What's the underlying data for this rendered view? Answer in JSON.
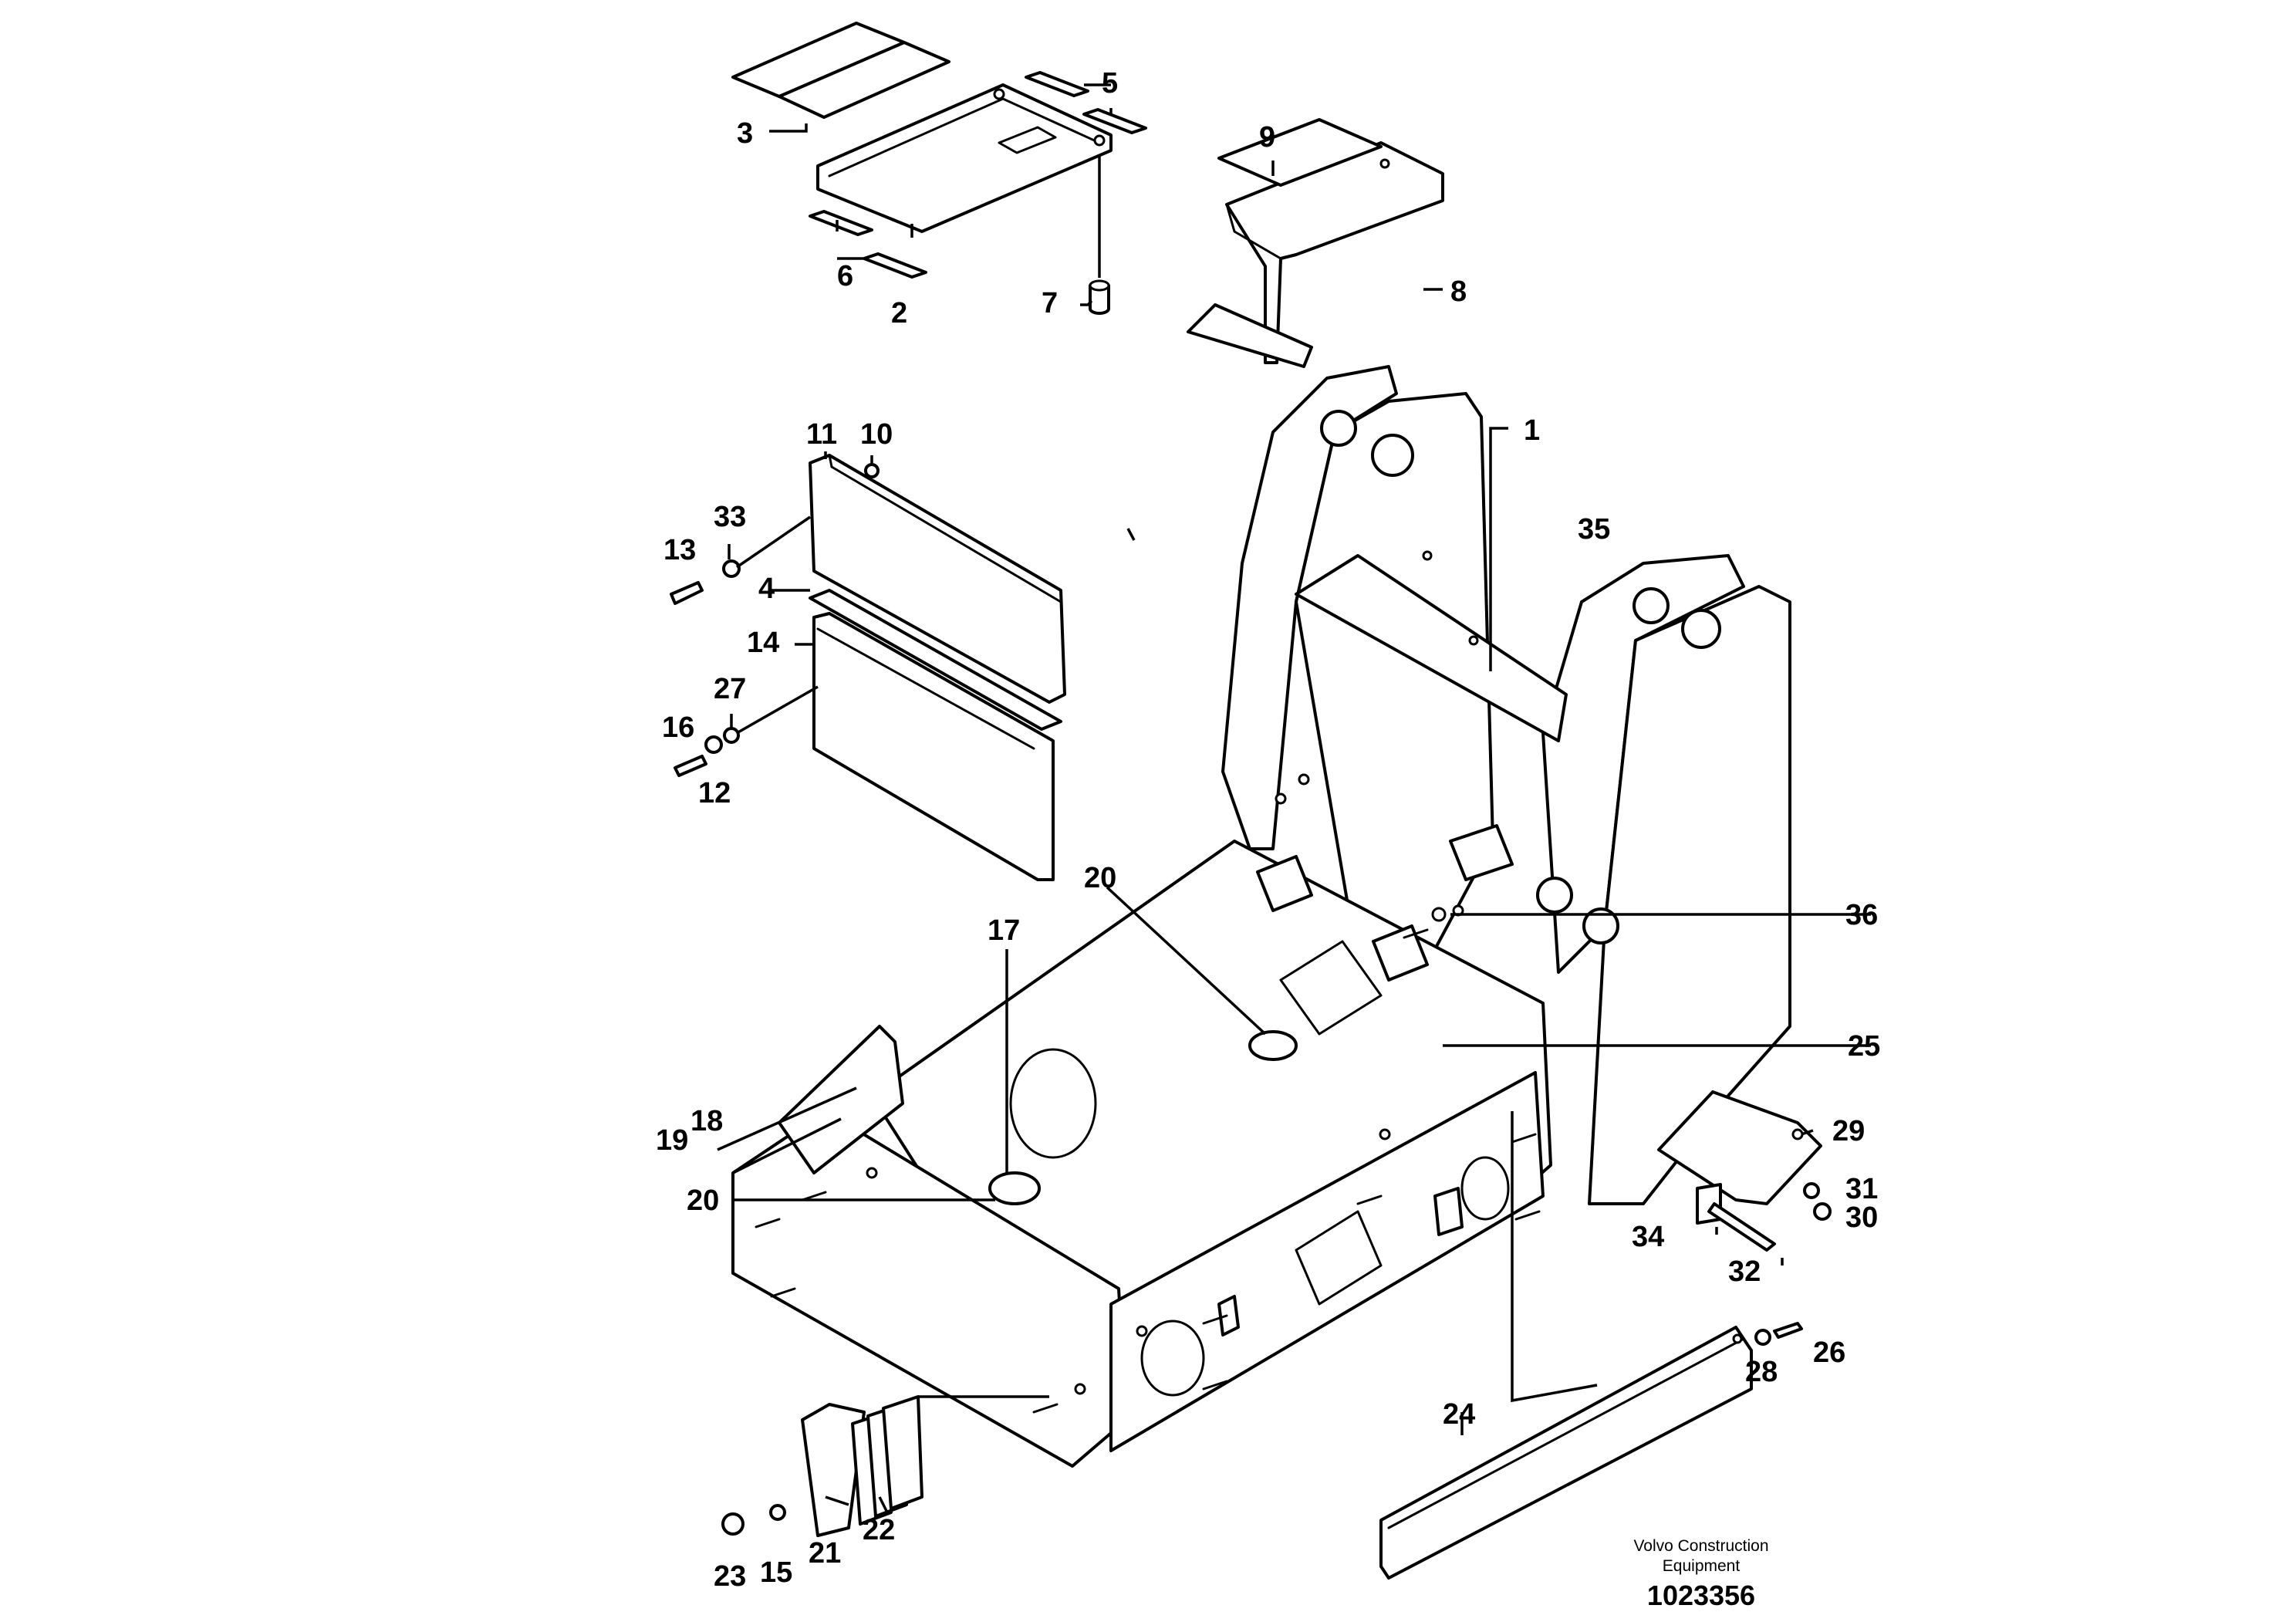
{
  "diagram": {
    "type": "exploded-parts-diagram",
    "callouts": [
      "1",
      "2",
      "3",
      "4",
      "5",
      "6",
      "7",
      "8",
      "9",
      "10",
      "11",
      "12",
      "13",
      "14",
      "15",
      "16",
      "17",
      "18",
      "19",
      "20",
      "20",
      "21",
      "22",
      "23",
      "24",
      "25",
      "26",
      "27",
      "28",
      "29",
      "30",
      "31",
      "32",
      "33",
      "34",
      "35",
      "36"
    ],
    "credit_line_1": "Volvo Construction",
    "credit_line_2": "Equipment",
    "doc_number": "1023356"
  }
}
